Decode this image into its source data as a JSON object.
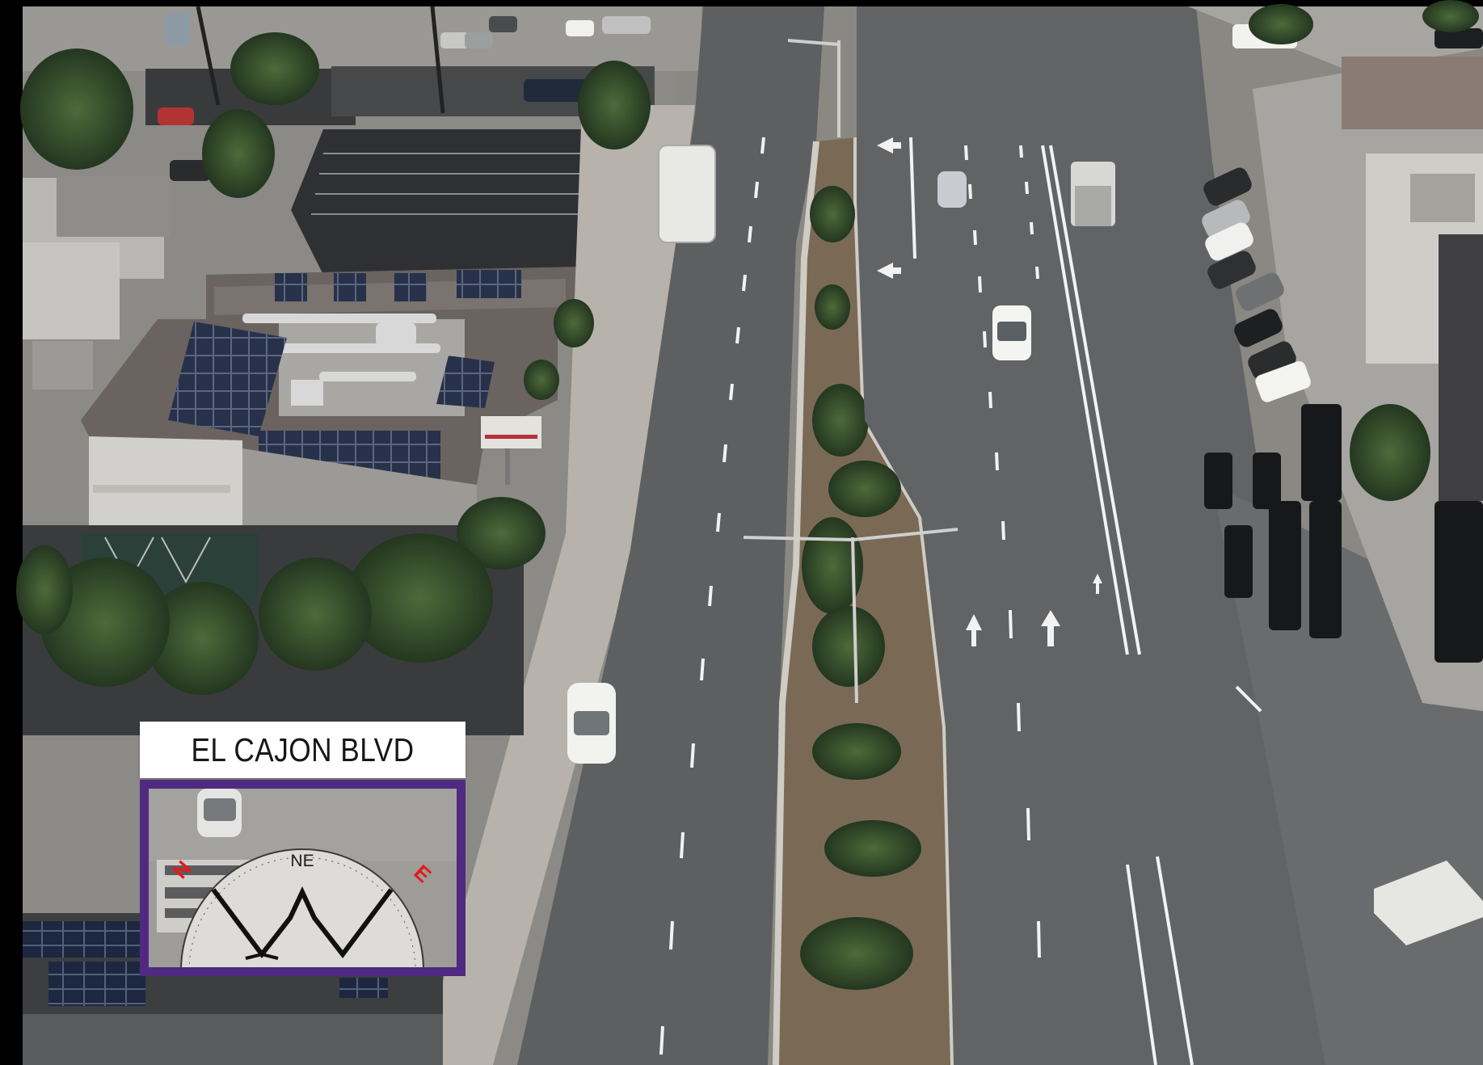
{
  "overlay": {
    "street_name": "EL CAJON BLVD",
    "compass": {
      "heading": "NE",
      "left_letter": "N",
      "right_letter": "E",
      "frame_color": "#4f2a80",
      "letter_color": "#e21b1b"
    }
  },
  "scene": {
    "description_type": "aerial drone view",
    "road_color": "#5e5f61",
    "median_color": "#7a6a55",
    "lane_marking_color": "#f2f2f2"
  }
}
